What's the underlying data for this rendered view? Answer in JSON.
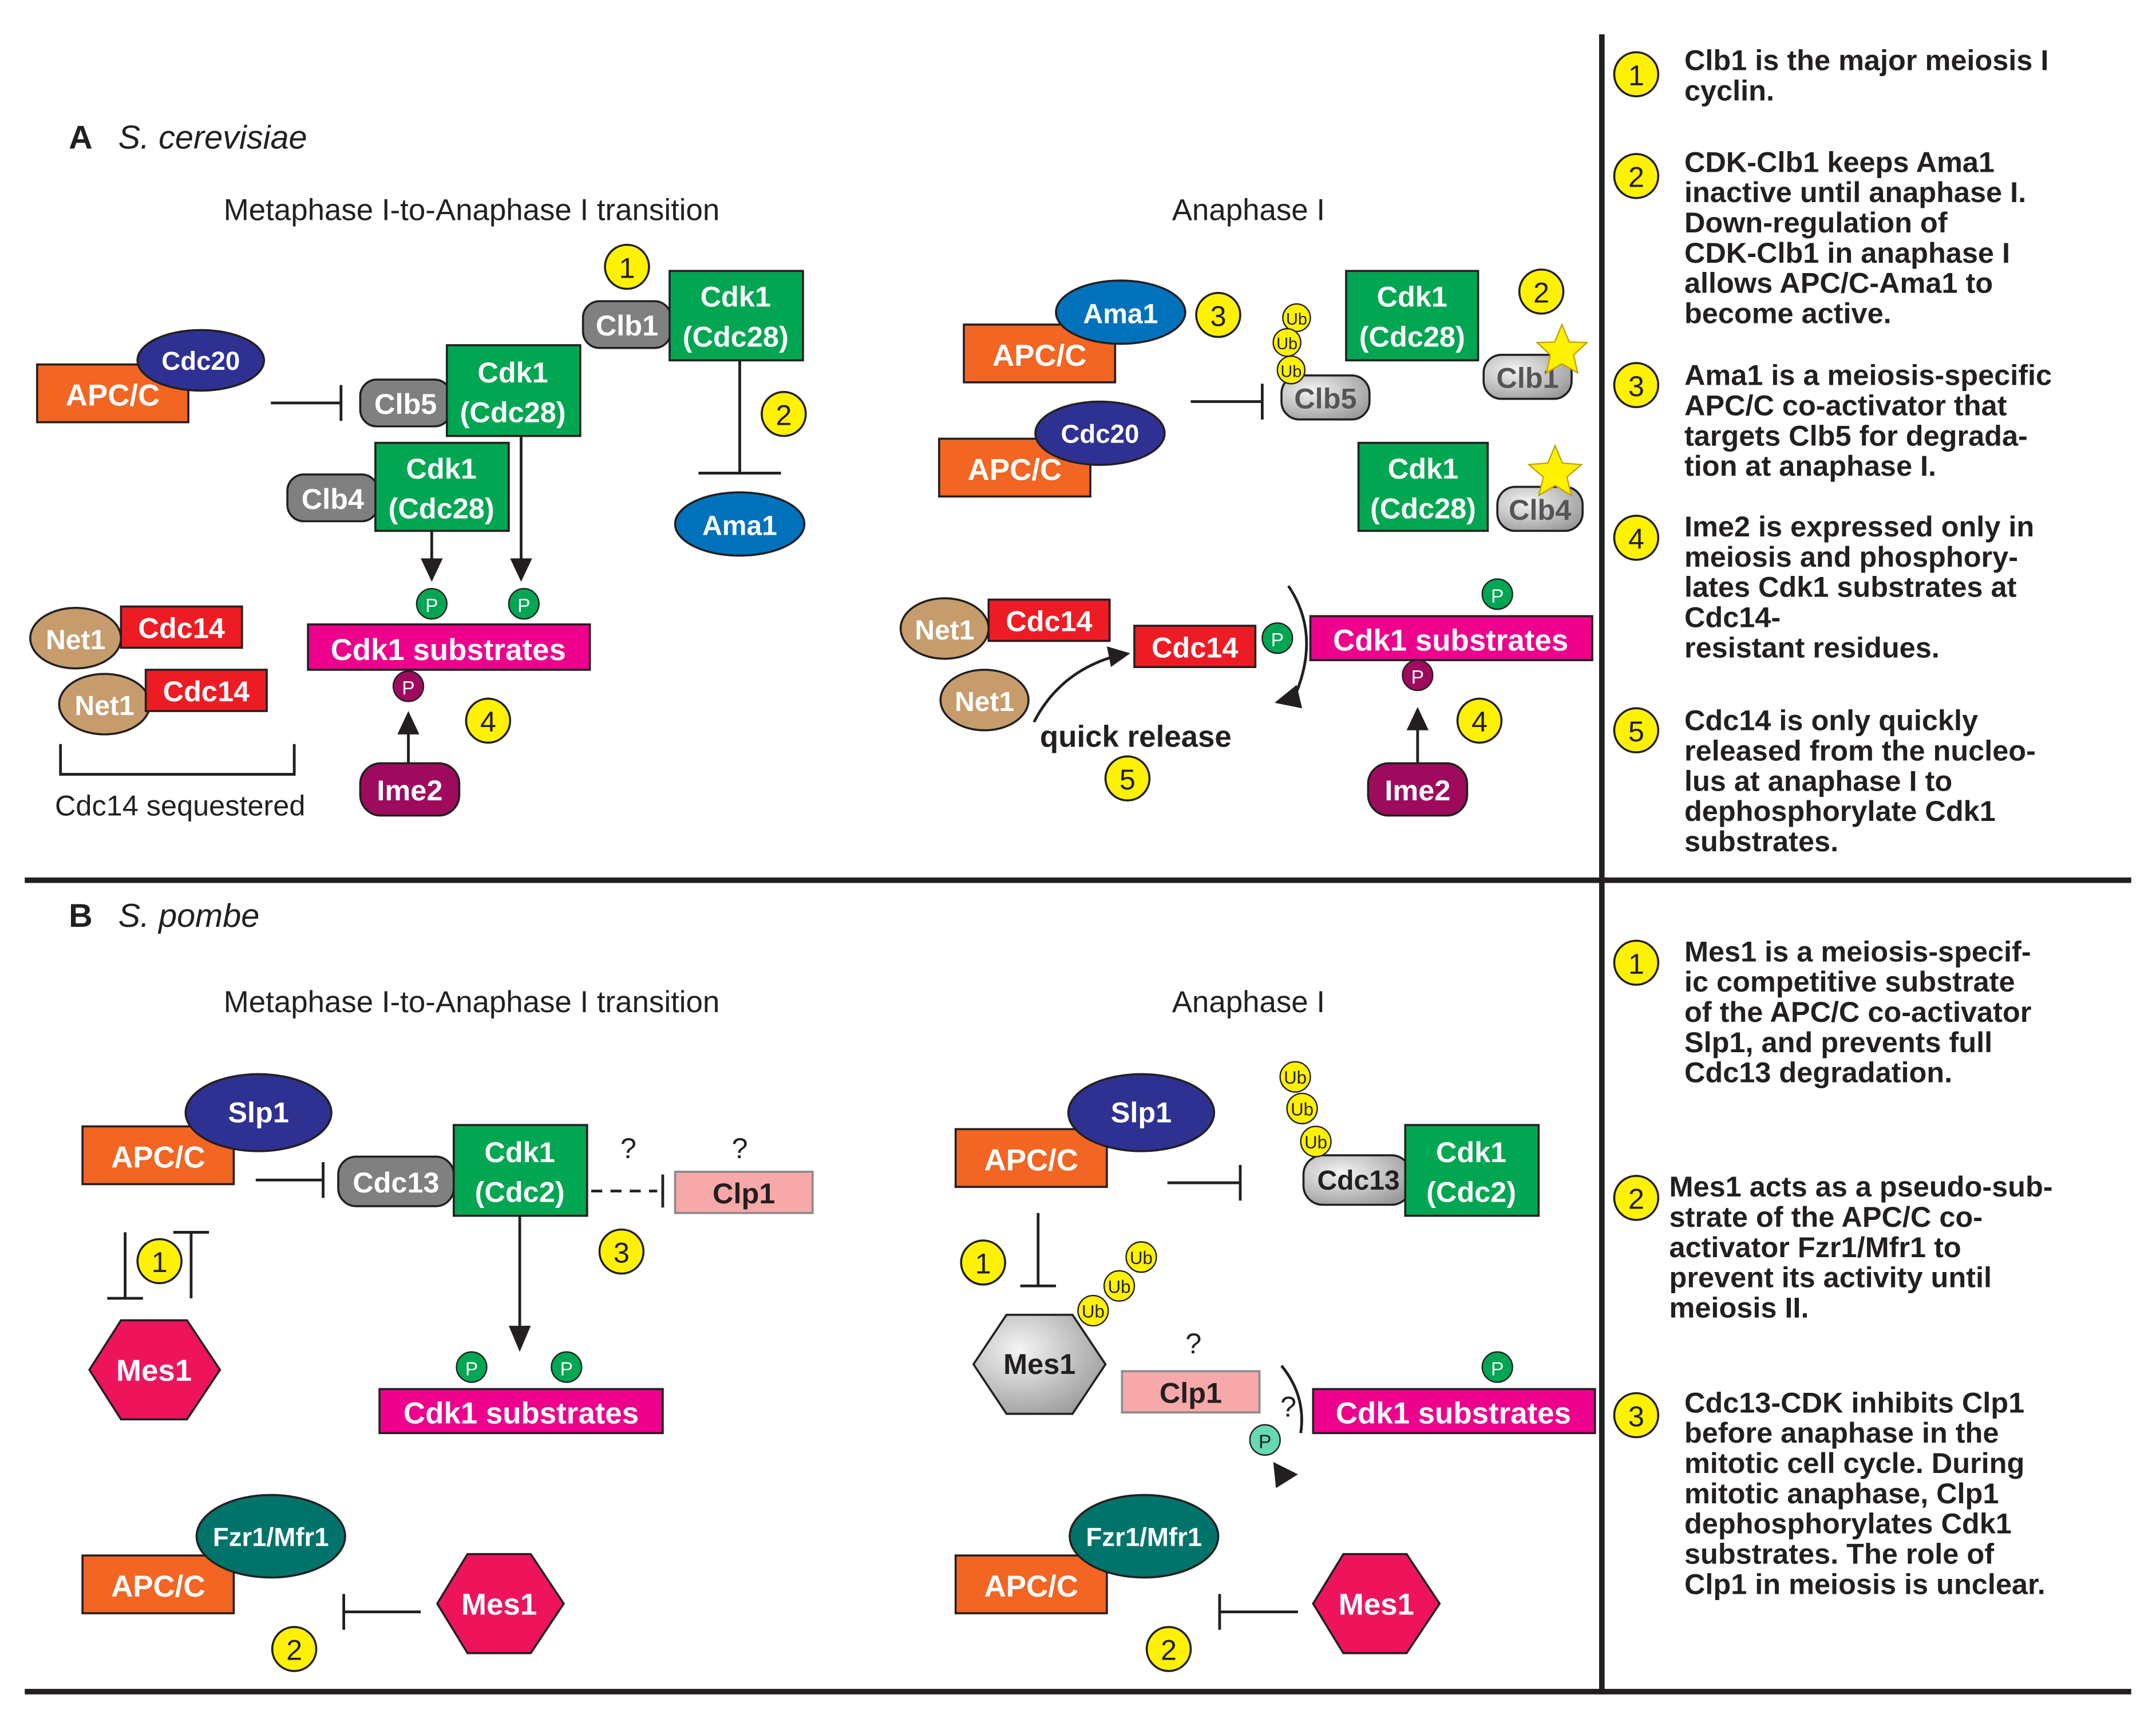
{
  "panel_a": {
    "letter": "A",
    "species": "S. cerevisiae",
    "left_title": "Metaphase I-to-Anaphase I transition",
    "right_title": "Anaphase I",
    "labels": {
      "apcc": "APC/C",
      "cdc20": "Cdc20",
      "ama1": "Ama1",
      "cdk1": "Cdk1",
      "cdc28": "(Cdc28)",
      "clb1": "Clb1",
      "clb4": "Clb4",
      "clb5": "Clb5",
      "net1": "Net1",
      "cdc14": "Cdc14",
      "cdk1_substrates": "Cdk1 substrates",
      "ime2": "Ime2",
      "p": "P",
      "ub": "Ub",
      "sequestered": "Cdc14 sequestered",
      "quick_release": "quick release"
    },
    "numbers": [
      "1",
      "2",
      "3",
      "4",
      "5"
    ],
    "notes": [
      "Clb1 is the major meiosis I\ncyclin.",
      "CDK-Clb1 keeps Ama1\ninactive until anaphase I.\nDown-regulation of\nCDK-Clb1 in anaphase I\nallows APC/C-Ama1 to\nbecome active.",
      "Ama1 is a meiosis-specific\nAPC/C co-activator that\ntargets Clb5 for degrada-\ntion at anaphase I.",
      "Ime2 is expressed only in\nmeiosis and phosphory-\nlates Cdk1 substrates at\nCdc14-\nresistant residues.",
      "Cdc14 is only quickly\nreleased from the nucleo-\nlus at anaphase I to\ndephosphorylate Cdk1\nsubstrates."
    ]
  },
  "panel_b": {
    "letter": "B",
    "species": "S. pombe",
    "left_title": "Metaphase I-to-Anaphase I transition",
    "right_title": "Anaphase I",
    "labels": {
      "apcc": "APC/C",
      "slp1": "Slp1",
      "cdc13": "Cdc13",
      "cdk1": "Cdk1",
      "cdc2": "(Cdc2)",
      "clp1": "Clp1",
      "mes1": "Mes1",
      "fzr1": "Fzr1/Mfr1",
      "cdk1_substrates": "Cdk1 substrates",
      "p": "P",
      "ub": "Ub",
      "question": "?"
    },
    "numbers": [
      "1",
      "2",
      "3"
    ],
    "notes": [
      "Mes1 is a meiosis-specif-\nic competitive substrate\nof the APC/C co-activator\nSlp1, and prevents full\nCdc13 degradation.",
      "Mes1 acts as a pseudo-sub-\nstrate of the APC/C co-\nactivator Fzr1/Mfr1 to\nprevent its activity until\nmeiosis II.",
      "Cdc13-CDK inhibits Clp1\nbefore anaphase in the\nmitotic cell cycle. During\nmitotic anaphase, Clp1\ndephosphorylates Cdk1\nsubstrates. The role of\nClp1 in meiosis is unclear."
    ]
  },
  "colors": {
    "apcc": "#f26522",
    "cdc20": "#2e3192",
    "ama1": "#0072bc",
    "cdk1": "#00a651",
    "cdc14": "#ed1c24",
    "substrates": "#ec008c",
    "net1": "#c69c6d",
    "ime2": "#9e0b5e",
    "mes1": "#ed145b",
    "fzr1": "#00746b",
    "clp1": "#f7a8a8",
    "number_badge": "#fff200"
  }
}
